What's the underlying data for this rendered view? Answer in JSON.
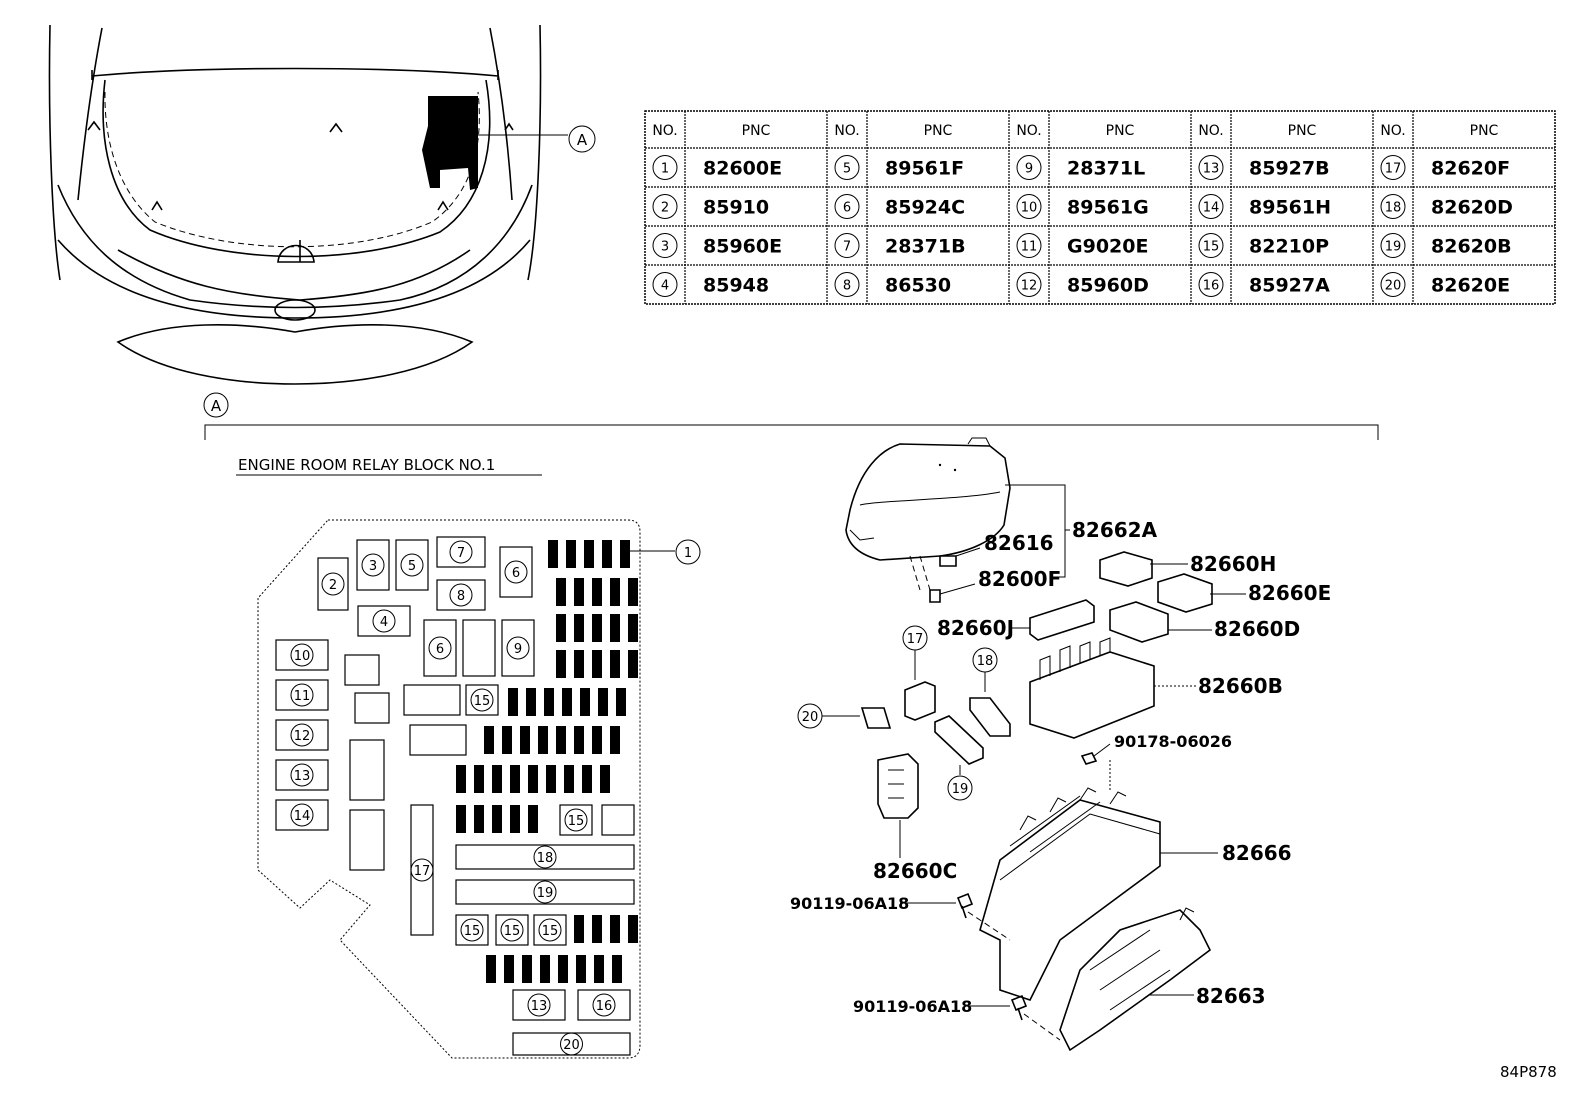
{
  "table": {
    "header_no": "NO.",
    "header_pnc": "PNC",
    "columns": [
      [
        {
          "no": "1",
          "pnc": "82600E"
        },
        {
          "no": "2",
          "pnc": "85910"
        },
        {
          "no": "3",
          "pnc": "85960E"
        },
        {
          "no": "4",
          "pnc": "85948"
        }
      ],
      [
        {
          "no": "5",
          "pnc": "89561F"
        },
        {
          "no": "6",
          "pnc": "85924C"
        },
        {
          "no": "7",
          "pnc": "28371B"
        },
        {
          "no": "8",
          "pnc": "86530"
        }
      ],
      [
        {
          "no": "9",
          "pnc": "28371L"
        },
        {
          "no": "10",
          "pnc": "89561G"
        },
        {
          "no": "11",
          "pnc": "G9020E"
        },
        {
          "no": "12",
          "pnc": "85960D"
        }
      ],
      [
        {
          "no": "13",
          "pnc": "85927B"
        },
        {
          "no": "14",
          "pnc": "89561H"
        },
        {
          "no": "15",
          "pnc": "82210P"
        },
        {
          "no": "16",
          "pnc": "85927A"
        }
      ],
      [
        {
          "no": "17",
          "pnc": "82620F"
        },
        {
          "no": "18",
          "pnc": "82620D"
        },
        {
          "no": "19",
          "pnc": "82620B"
        },
        {
          "no": "20",
          "pnc": "82620E"
        }
      ]
    ]
  },
  "view_marker": "A",
  "block_title": "ENGINE ROOM RELAY BLOCK NO.1",
  "layout_numbers": {
    "n1": "1",
    "n2": "2",
    "n3": "3",
    "n4": "4",
    "n5": "5",
    "n6": "6",
    "n7": "7",
    "n8": "8",
    "n9": "9",
    "n10": "10",
    "n11": "11",
    "n12": "12",
    "n13": "13",
    "n14": "14",
    "n15": "15",
    "n16": "16",
    "n17": "17",
    "n18": "18",
    "n19": "19",
    "n20": "20"
  },
  "part_labels": {
    "p82662A": "82662A",
    "p82616": "82616",
    "p82600F": "82600F",
    "p82660H": "82660H",
    "p82660E": "82660E",
    "p82660J": "82660J",
    "p82660D": "82660D",
    "p82660B": "82660B",
    "p90178": "90178-06026",
    "p82660C": "82660C",
    "p82666": "82666",
    "p90119a": "90119-06A18",
    "p90119b": "90119-06A18",
    "p82663": "82663"
  },
  "drawing_code": "84P878"
}
